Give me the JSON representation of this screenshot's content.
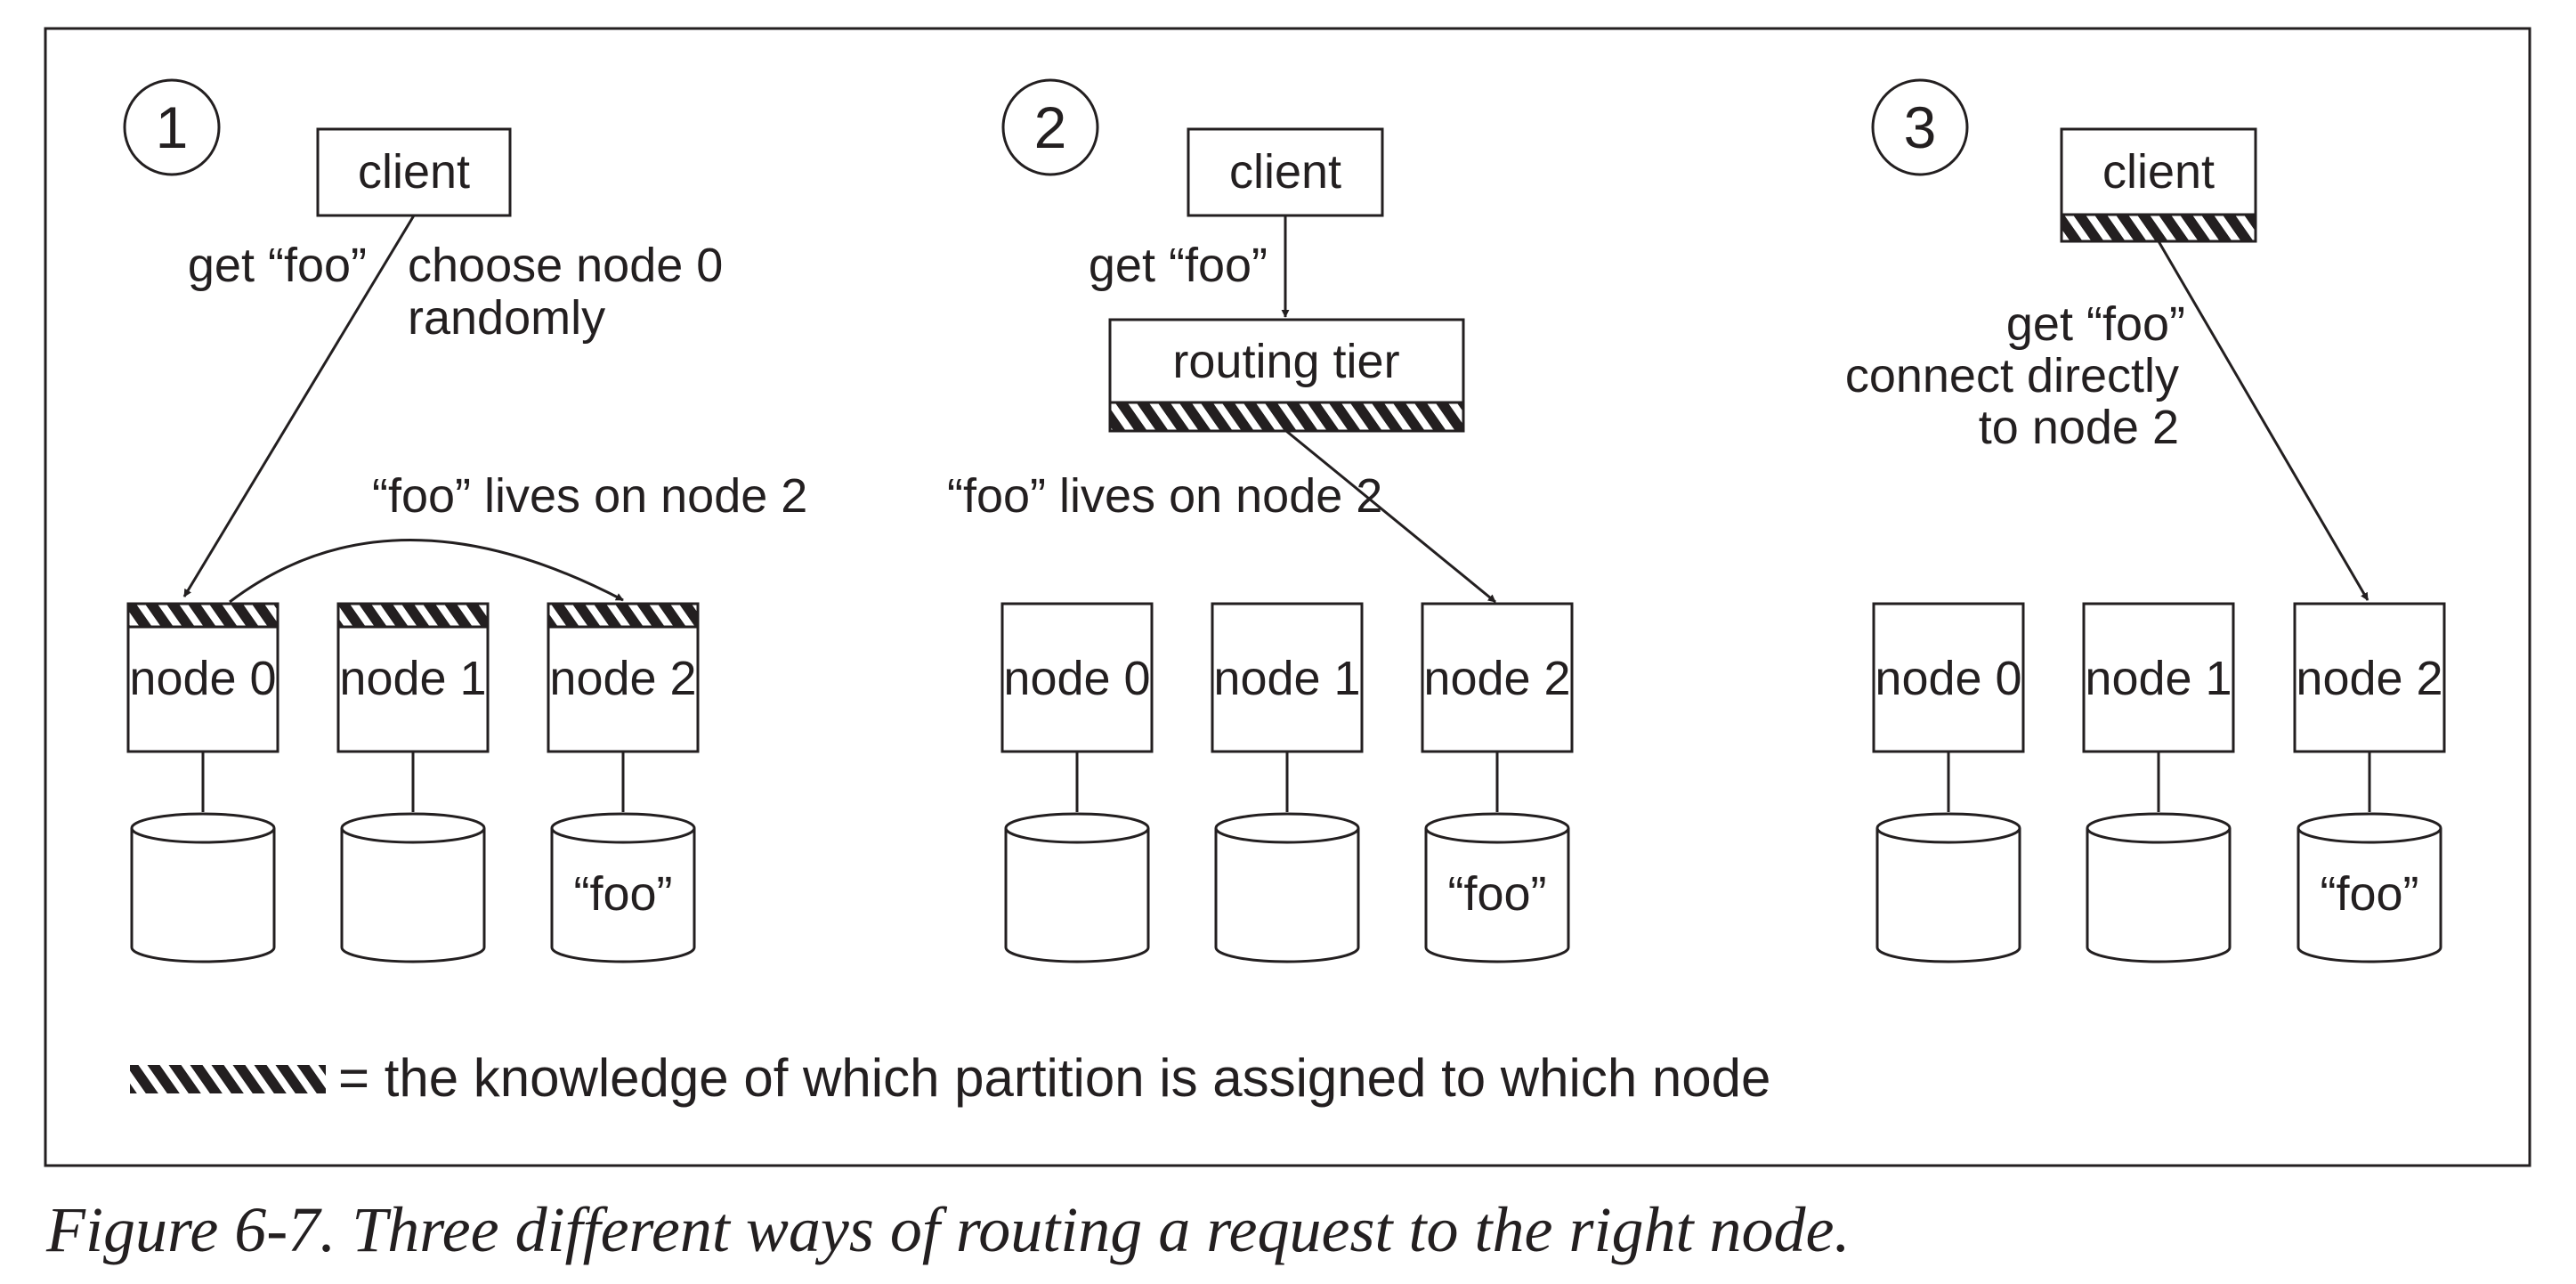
{
  "legend": {
    "text": "= the knowledge of which partition is assigned to which node"
  },
  "caption": "Figure 6-7. Three different ways of routing a request to the right node.",
  "panels": [
    {
      "number": "1",
      "client": "client",
      "request_label": "get “foo”",
      "note_lines": [
        "choose node 0",
        "randomly"
      ],
      "forward_label": "“foo” lives on node 2",
      "nodes": [
        "node 0",
        "node 1",
        "node 2"
      ],
      "disk_label": "“foo”"
    },
    {
      "number": "2",
      "client": "client",
      "request_label": "get “foo”",
      "router": "routing tier",
      "forward_label": "“foo” lives on node 2",
      "nodes": [
        "node 0",
        "node 1",
        "node 2"
      ],
      "disk_label": "“foo”"
    },
    {
      "number": "3",
      "client": "client",
      "note_lines": [
        "get “foo”",
        "connect directly",
        "to node 2"
      ],
      "nodes": [
        "node 0",
        "node 1",
        "node 2"
      ],
      "disk_label": "“foo”"
    }
  ]
}
